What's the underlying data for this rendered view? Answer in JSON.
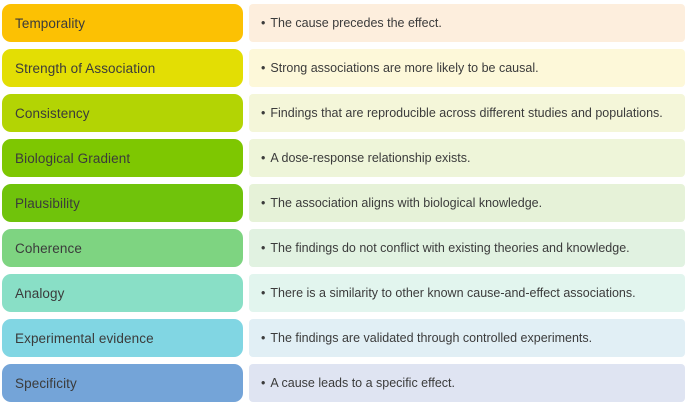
{
  "bullet": "•",
  "text_color": "#3b3b3b",
  "rows": [
    {
      "label": "Temporality",
      "description": "The cause precedes the effect.",
      "label_bg": "#fcc103",
      "desc_bg": "#fdeedd"
    },
    {
      "label": "Strength of Association",
      "description": "Strong associations are more likely to be causal.",
      "label_bg": "#e3de04",
      "desc_bg": "#fdf8d9"
    },
    {
      "label": "Consistency",
      "description": "Findings that are reproducible across different studies and populations.",
      "label_bg": "#b3d404",
      "desc_bg": "#f4f6d9"
    },
    {
      "label": "Biological Gradient",
      "description": "A dose-response relationship exists.",
      "label_bg": "#7ec701",
      "desc_bg": "#eef5d9"
    },
    {
      "label": "Plausibility",
      "description": "The association aligns with biological knowledge.",
      "label_bg": "#70c30b",
      "desc_bg": "#e6f2d8"
    },
    {
      "label": "Coherence",
      "description": "The findings do not conflict with existing theories and knowledge.",
      "label_bg": "#7ed481",
      "desc_bg": "#e1f2e1"
    },
    {
      "label": "Analogy",
      "description": "There is a similarity to other known cause-and-effect associations.",
      "label_bg": "#89dfc6",
      "desc_bg": "#e2f5ee"
    },
    {
      "label": "Experimental evidence",
      "description": "The findings are validated through controlled experiments.",
      "label_bg": "#81d6e3",
      "desc_bg": "#e1eff5"
    },
    {
      "label": "Specificity",
      "description": "A cause leads to a specific effect.",
      "label_bg": "#74a4d8",
      "desc_bg": "#dfe4f2"
    }
  ]
}
